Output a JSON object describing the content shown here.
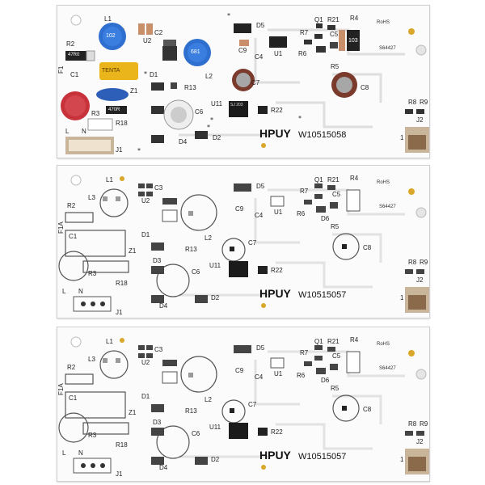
{
  "boards": [
    {
      "brand": "HPUY",
      "code": "W10515058",
      "rohs": "RoHS",
      "serial": "S64427",
      "populated": true,
      "parts": {
        "r2_value": "47R0",
        "r3_value": "470R",
        "r4_value": "103",
        "l1_value": "102",
        "l2_value": "681",
        "tenta": "TENTA",
        "u11_value": "SJ 203"
      }
    },
    {
      "brand": "HPUY",
      "code": "W10515057",
      "rohs": "RoHS",
      "serial": "S64427",
      "populated": false
    },
    {
      "brand": "HPUY",
      "code": "W10515057",
      "rohs": "RoHS",
      "serial": "S64427",
      "populated": false
    }
  ],
  "designators": {
    "l1": "L1",
    "l2": "L2",
    "l3": "L3",
    "c1": "C1",
    "c2": "C2",
    "c3": "C3",
    "c4": "C4",
    "c5": "C5",
    "c6": "C6",
    "c7": "C7",
    "c8": "C8",
    "c9": "C9",
    "r2": "R2",
    "r3": "R3",
    "r4": "R4",
    "r5": "R5",
    "r6": "R6",
    "r7": "R7",
    "r8": "R8",
    "r9": "R9",
    "r13": "R13",
    "r18": "R18",
    "r21": "R21",
    "r22": "R22",
    "d1": "D1",
    "d2": "D2",
    "d3": "D3",
    "d4": "D4",
    "d5": "D5",
    "d6": "D6",
    "q1": "Q1",
    "u1": "U1",
    "u2": "U2",
    "u11": "U11",
    "z1": "Z1",
    "j1": "J1",
    "j2": "J2",
    "f1": "F1",
    "f1a": "F1A",
    "pin_l": "L",
    "pin_n": "N",
    "pin_1": "1"
  },
  "colors": {
    "board": "#fbfbfb",
    "trace": "#dcdcdc",
    "inductor_blue": "#2f6fcf",
    "fuse_red": "#c8323a",
    "tenta_yellow": "#e9b51a",
    "cap_brown": "#7a3b2c",
    "connector": "#c9b59a"
  }
}
